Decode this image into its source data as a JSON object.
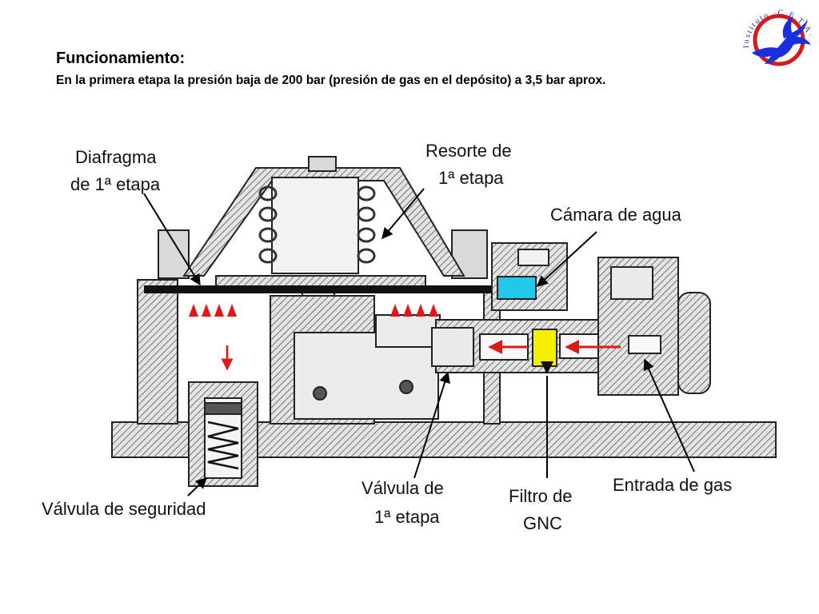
{
  "heading": {
    "title": "Funcionamiento:",
    "subtitle": "En la primera etapa la presión baja de 200 bar  (presión de gas en el depósito) a 3,5 bar aprox."
  },
  "logo": {
    "text": "Instituto ·C.E.T.A·",
    "icon": "pegasus-icon",
    "colors": {
      "ring": "#d41a1a",
      "horse": "#1a2fe0"
    }
  },
  "labels": {
    "diaphragm_line1": "Diafragma",
    "diaphragm_line2": "de 1ª etapa",
    "spring_line1": "Resorte de",
    "spring_line2": "1ª etapa",
    "water_chamber": "Cámara de agua",
    "safety_valve": "Válvula de seguridad",
    "valve_line1": "Válvula de",
    "valve_line2": "1ª etapa",
    "filter_line1": "Filtro de",
    "filter_line2": "GNC",
    "gas_inlet": "Entrada de gas"
  },
  "colors": {
    "hatch": "#555555",
    "body_fill": "#d9d9d9",
    "diaphragm": "#111111",
    "water": "#22c8e8",
    "filter": "#f5f000",
    "flow_arrow": "#e01818"
  }
}
